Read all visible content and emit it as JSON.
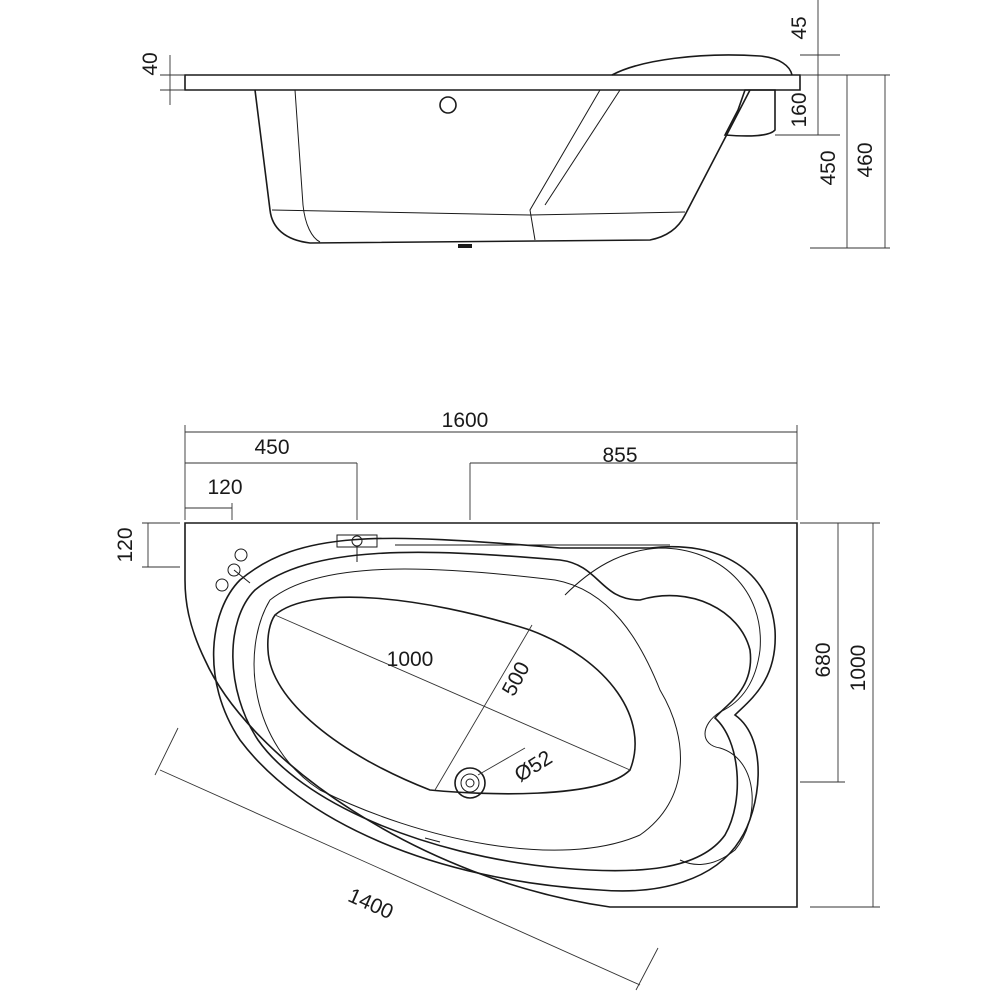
{
  "side_view": {
    "dims": {
      "rim_thickness": "40",
      "headrest_height": "45",
      "seat_height": "160",
      "depth_inner": "450",
      "total_height": "460"
    }
  },
  "plan_view": {
    "dims": {
      "total_length": "1600",
      "tap_offset": "450",
      "right_section": "855",
      "left_inset": "120",
      "top_inset": "120",
      "right_edge": "680",
      "total_width": "1000",
      "diagonal": "1400",
      "inner_length": "1000",
      "inner_width": "500",
      "drain_diameter": "Ø52"
    }
  }
}
